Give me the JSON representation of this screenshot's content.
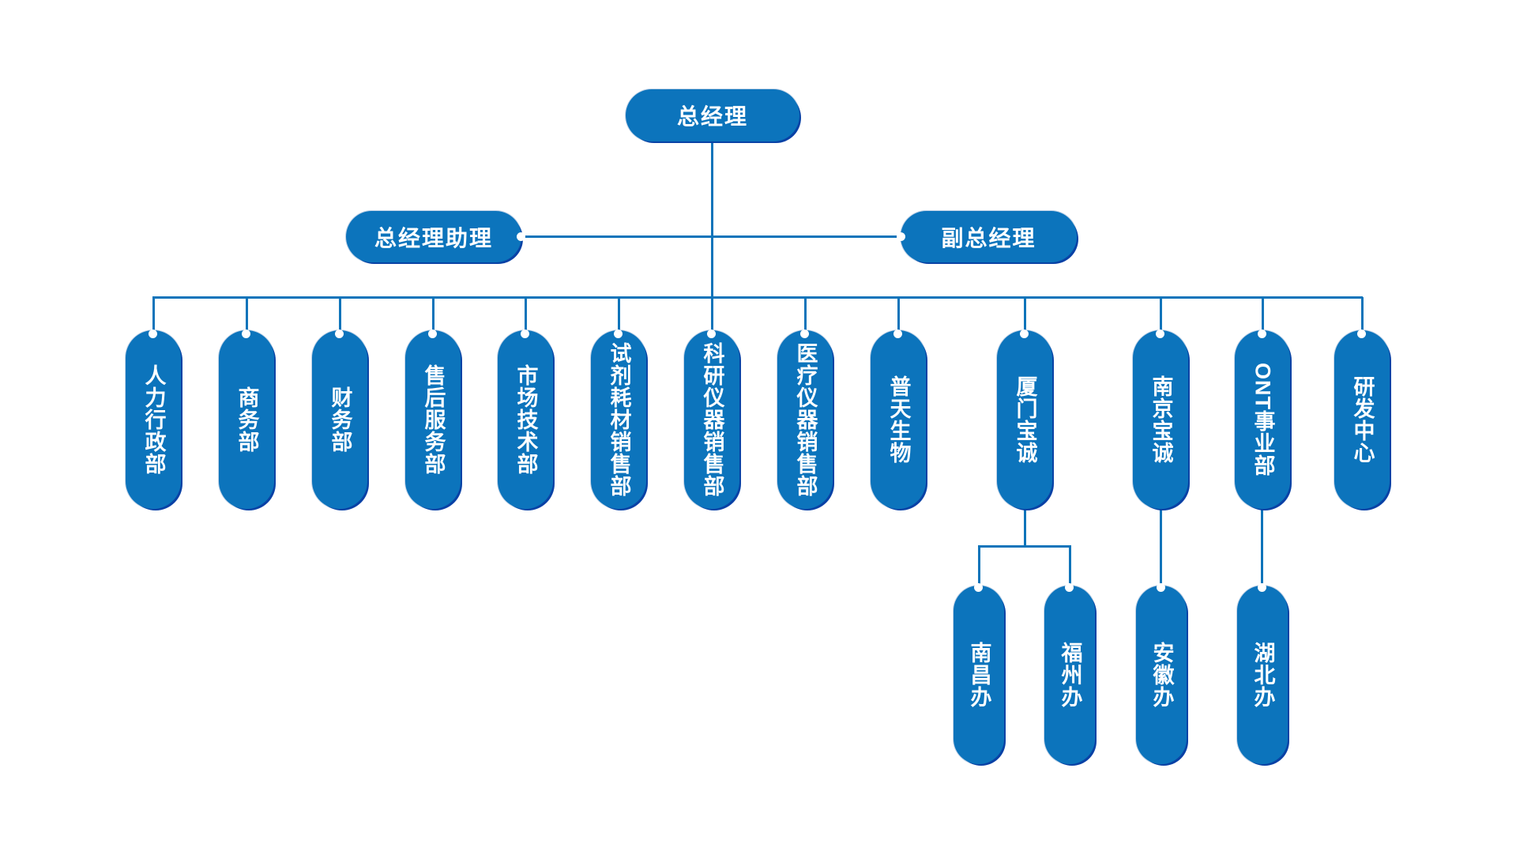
{
  "colors": {
    "node_fill": "#0C74BC",
    "node_shadow": "#0841A6",
    "connector": "#0E74BA",
    "node_text": "#FFFFFF",
    "background": "#FFFFFF"
  },
  "org_chart": {
    "root": {
      "label": "总经理"
    },
    "staff": [
      {
        "label": "总经理助理"
      },
      {
        "label": "副总经理"
      }
    ],
    "departments": [
      {
        "label": "人力行政部"
      },
      {
        "label": "商务部"
      },
      {
        "label": "财务部"
      },
      {
        "label": "售后服务部"
      },
      {
        "label": "市场技术部"
      },
      {
        "label": "试剂耗材销售部"
      },
      {
        "label": "科研仪器销售部"
      },
      {
        "label": "医疗仪器销售部"
      },
      {
        "label": "普天生物"
      },
      {
        "label": "厦门宝诚",
        "children": [
          {
            "label": "南昌办"
          },
          {
            "label": "福州办"
          }
        ]
      },
      {
        "label": "南京宝诚",
        "children": [
          {
            "label": "安徽办"
          }
        ]
      },
      {
        "label": "ONT事业部",
        "children": [
          {
            "label": "湖北办"
          }
        ]
      },
      {
        "label": "研发中心"
      }
    ]
  }
}
